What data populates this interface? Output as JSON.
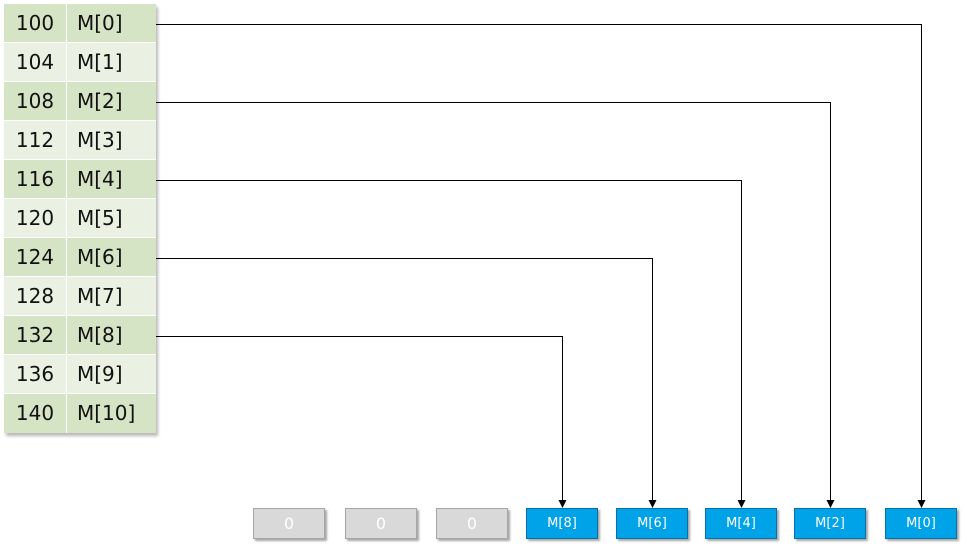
{
  "memory": {
    "rows": [
      {
        "address": "100",
        "label": "M[0]"
      },
      {
        "address": "104",
        "label": "M[1]"
      },
      {
        "address": "108",
        "label": "M[2]"
      },
      {
        "address": "112",
        "label": "M[3]"
      },
      {
        "address": "116",
        "label": "M[4]"
      },
      {
        "address": "120",
        "label": "M[5]"
      },
      {
        "address": "124",
        "label": "M[6]"
      },
      {
        "address": "128",
        "label": "M[7]"
      },
      {
        "address": "132",
        "label": "M[8]"
      },
      {
        "address": "136",
        "label": "M[9]"
      },
      {
        "address": "140",
        "label": "M[10]"
      }
    ]
  },
  "slots": [
    {
      "label": "0",
      "state": "empty"
    },
    {
      "label": "0",
      "state": "empty"
    },
    {
      "label": "0",
      "state": "empty"
    },
    {
      "label": "M[8]",
      "state": "filled"
    },
    {
      "label": "M[6]",
      "state": "filled"
    },
    {
      "label": "M[4]",
      "state": "filled"
    },
    {
      "label": "M[2]",
      "state": "filled"
    },
    {
      "label": "M[0]",
      "state": "filled"
    }
  ],
  "connections": [
    {
      "from_row": 0,
      "to_slot": 7
    },
    {
      "from_row": 2,
      "to_slot": 6
    },
    {
      "from_row": 4,
      "to_slot": 5
    },
    {
      "from_row": 6,
      "to_slot": 4
    },
    {
      "from_row": 8,
      "to_slot": 3
    }
  ],
  "colors": {
    "row_dark": "#d6e4c6",
    "row_light": "#eaf1e3",
    "slot_filled": "#00a3e8",
    "slot_empty": "#d9d9d9",
    "line": "#000000"
  }
}
